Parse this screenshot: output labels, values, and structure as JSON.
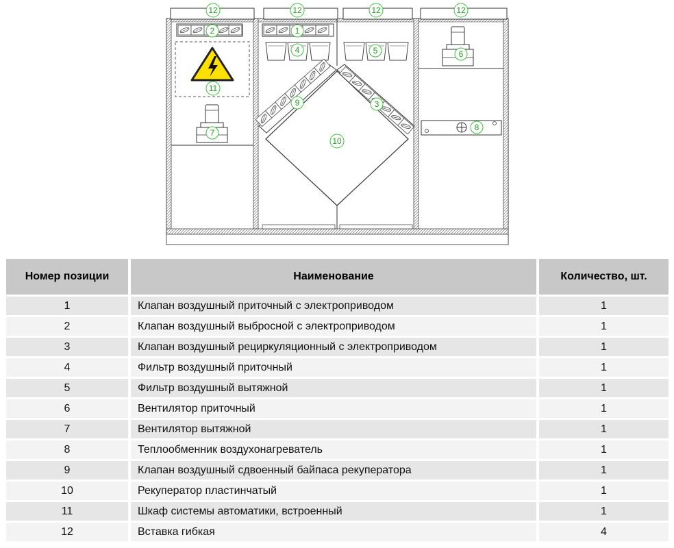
{
  "colors": {
    "header_bg": "#c8c8c8",
    "row_odd": "#e6e6e6",
    "row_even": "#f3f3f3",
    "callout": "#3fbf3f",
    "warning": "#ffe000"
  },
  "diagram": {
    "icons": [
      "warning-sign-icon",
      "fan-motor-icon",
      "damper-icon",
      "filter-icon",
      "heater-icon"
    ],
    "callouts": [
      "12",
      "12",
      "12",
      "12",
      "2",
      "1",
      "4",
      "5",
      "6",
      "11",
      "9",
      "3",
      "10",
      "7",
      "8"
    ]
  },
  "table": {
    "headers": {
      "pos": "Номер позиции",
      "name": "Наименование",
      "qty": "Количество, шт."
    },
    "rows": [
      {
        "pos": "1",
        "name": "Клапан воздушный приточный с электроприводом",
        "qty": "1"
      },
      {
        "pos": "2",
        "name": "Клапан воздушный выбросной с электроприводом",
        "qty": "1"
      },
      {
        "pos": "3",
        "name": "Клапан воздушный рециркуляционный с электроприводом",
        "qty": "1"
      },
      {
        "pos": "4",
        "name": "Фильтр воздушный приточный",
        "qty": "1"
      },
      {
        "pos": "5",
        "name": "Фильтр воздушный вытяжной",
        "qty": "1"
      },
      {
        "pos": "6",
        "name": "Вентилятор приточный",
        "qty": "1"
      },
      {
        "pos": "7",
        "name": "Вентилятор вытяжной",
        "qty": "1"
      },
      {
        "pos": "8",
        "name": "Теплообменник воздухонагреватель",
        "qty": "1"
      },
      {
        "pos": "9",
        "name": "Клапан воздушный сдвоенный байпаса рекуператора",
        "qty": "1"
      },
      {
        "pos": "10",
        "name": "Рекуператор пластинчатый",
        "qty": "1"
      },
      {
        "pos": "11",
        "name": "Шкаф системы автоматики, встроенный",
        "qty": "1"
      },
      {
        "pos": "12",
        "name": "Вставка гибкая",
        "qty": "4"
      }
    ]
  }
}
